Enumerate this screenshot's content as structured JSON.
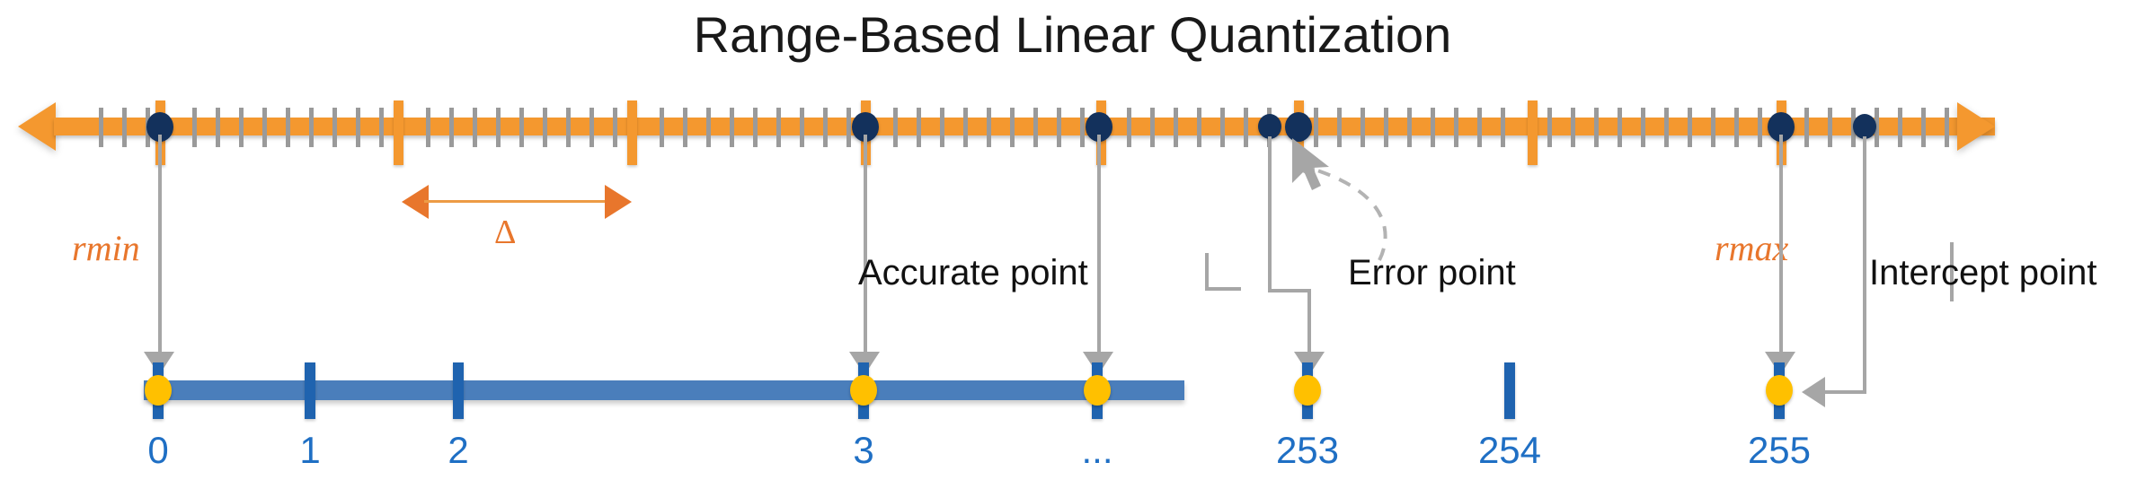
{
  "title": "Range-Based Linear Quantization",
  "colors": {
    "orange": "#F4982F",
    "orange_text": "#E8762C",
    "navy": "#13315C",
    "blue": "#4A7EBB",
    "blue_tick": "#1F63AF",
    "blue_text": "#1F6FC4",
    "yellow": "#FFC000",
    "gray": "#A6A6A6",
    "text": "#191919"
  },
  "real_axis": {
    "name": "real-value-axis",
    "min_label": "rmin",
    "max_label": "rmax",
    "step_label": "Δ",
    "direction": "bidirectional",
    "major_tick_count": 5,
    "minor_ticks_per_step": 9
  },
  "quantized_axis": {
    "name": "quantized-integer-axis",
    "labels": [
      "0",
      "1",
      "2",
      "3",
      "...",
      "253",
      "254",
      "255"
    ]
  },
  "callouts": {
    "accurate": "Accurate point",
    "error": "Error point",
    "intercept": "Intercept point"
  },
  "chart_data": {
    "type": "line",
    "title": "Range-Based Linear Quantization",
    "xlabel": "",
    "ylabel": "",
    "series": [
      {
        "name": "real-value-axis",
        "points": [
          {
            "label": "rmin",
            "kind": "navy-dot",
            "aligned": true
          },
          {
            "label": "",
            "kind": "navy-dot",
            "aligned": true
          },
          {
            "label": "",
            "kind": "navy-dot",
            "aligned": true
          },
          {
            "label": "",
            "kind": "navy-dot",
            "aligned": false
          },
          {
            "label": "",
            "kind": "navy-dot",
            "aligned": true
          },
          {
            "label": "rmax",
            "kind": "navy-dot",
            "aligned": true
          },
          {
            "label": "",
            "kind": "navy-dot",
            "aligned": false
          }
        ]
      },
      {
        "name": "quantized-integer-axis",
        "values": [
          0,
          1,
          2,
          3,
          null,
          253,
          254,
          255
        ],
        "tick_labels": [
          "0",
          "1",
          "2",
          "3",
          "...",
          "253",
          "254",
          "255"
        ],
        "marked": [
          "0",
          "3",
          "...",
          "253",
          "255"
        ]
      }
    ],
    "annotations": [
      "Accurate point",
      "Error point",
      "Intercept point",
      "Δ"
    ]
  }
}
